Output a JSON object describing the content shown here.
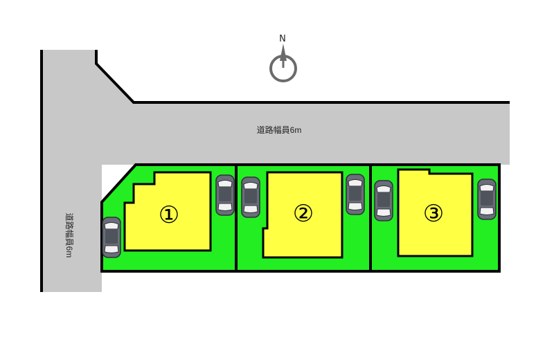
{
  "compass": {
    "label": "N"
  },
  "roads": {
    "north": {
      "label": "道路幅員6m"
    },
    "west": {
      "label": "道路幅員6m"
    }
  },
  "lots": [
    {
      "number": "①"
    },
    {
      "number": "②"
    },
    {
      "number": "③"
    }
  ],
  "colors": {
    "lot": "#22ee22",
    "house": "#ffff44",
    "road": "#c8c8c8"
  }
}
